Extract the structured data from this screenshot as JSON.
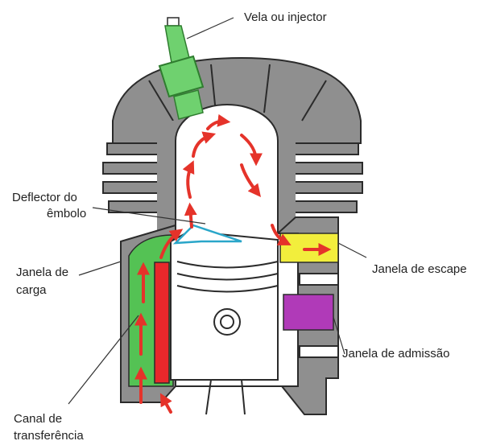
{
  "labels": {
    "spark_plug": "Vela ou injector",
    "deflector_line1": "Deflector do",
    "deflector_line2": "êmbolo",
    "intake_port_line1": "Janela de",
    "intake_port_line2": "carga",
    "exhaust_port": "Janela de escape",
    "admission_port": "Janela de admissão",
    "transfer_line1": "Canal de",
    "transfer_line2": "transferência"
  },
  "colors": {
    "metal": "#8f8f8f",
    "metal_dark": "#5f5f5f",
    "outline": "#2b2b2b",
    "chamber": "#ffffff",
    "spark_plug": "#6fd16f",
    "spark_plug_dark": "#2f7d2f",
    "transfer_channel": "#54c254",
    "transfer_wall": "#e8282b",
    "exhaust_port": "#f2ee3c",
    "admission_port": "#b03ab8",
    "flow_arrow": "#e5332a",
    "deflector_edge": "#2aa6c9"
  }
}
